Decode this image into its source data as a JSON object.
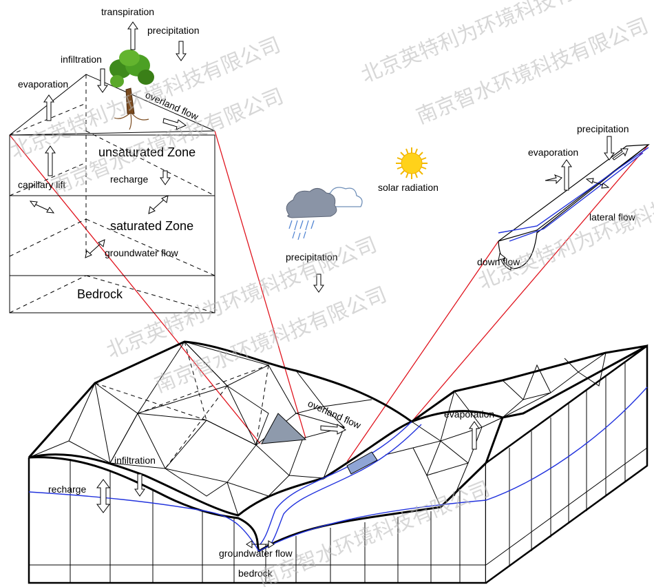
{
  "soil_panel": {
    "labels": {
      "transpiration": "transpiration",
      "precipitation": "precipitation",
      "infiltration": "infiltration",
      "evaporation": "evaporation",
      "overland_flow": "overland flow",
      "unsaturated_zone": "unsaturated Zone",
      "capillary_lift": "capillary lift",
      "recharge": "recharge",
      "saturated_zone": "saturated Zone",
      "groundwater_flow": "groundwater flow",
      "bedrock": "Bedrock"
    }
  },
  "atmosphere": {
    "solar_radiation": "solar radiation",
    "precipitation": "precipitation"
  },
  "channel_panel": {
    "precipitation": "precipitation",
    "evaporation": "evaporation",
    "lateral_flow": "lateral flow",
    "down_flow": "down flow"
  },
  "terrain": {
    "overland_flow": "overland flow",
    "evaporation": "evaporation",
    "infiltration": "infiltration",
    "recharge": "recharge",
    "groundwater_flow": "groundwater flow",
    "bedrock": "bedrock"
  },
  "watermarks": [
    "北京英特利为环境科技有限公司",
    "南京智水环境科技有限公司",
    "北京英特利为环境科技有限公司",
    "南京智水环境科技有限公司",
    "北京英特利为环境科技有限公司",
    "南京智水环境科技有限公司",
    "北京英特利为环境科技有限公司",
    "南京智水环境科技有限公司"
  ],
  "colors": {
    "zoom_lines": "#e0141e",
    "water_table": "#2233dd",
    "highlight_cell": "#8e9aac",
    "channel_highlight": "#8fa5d6"
  }
}
